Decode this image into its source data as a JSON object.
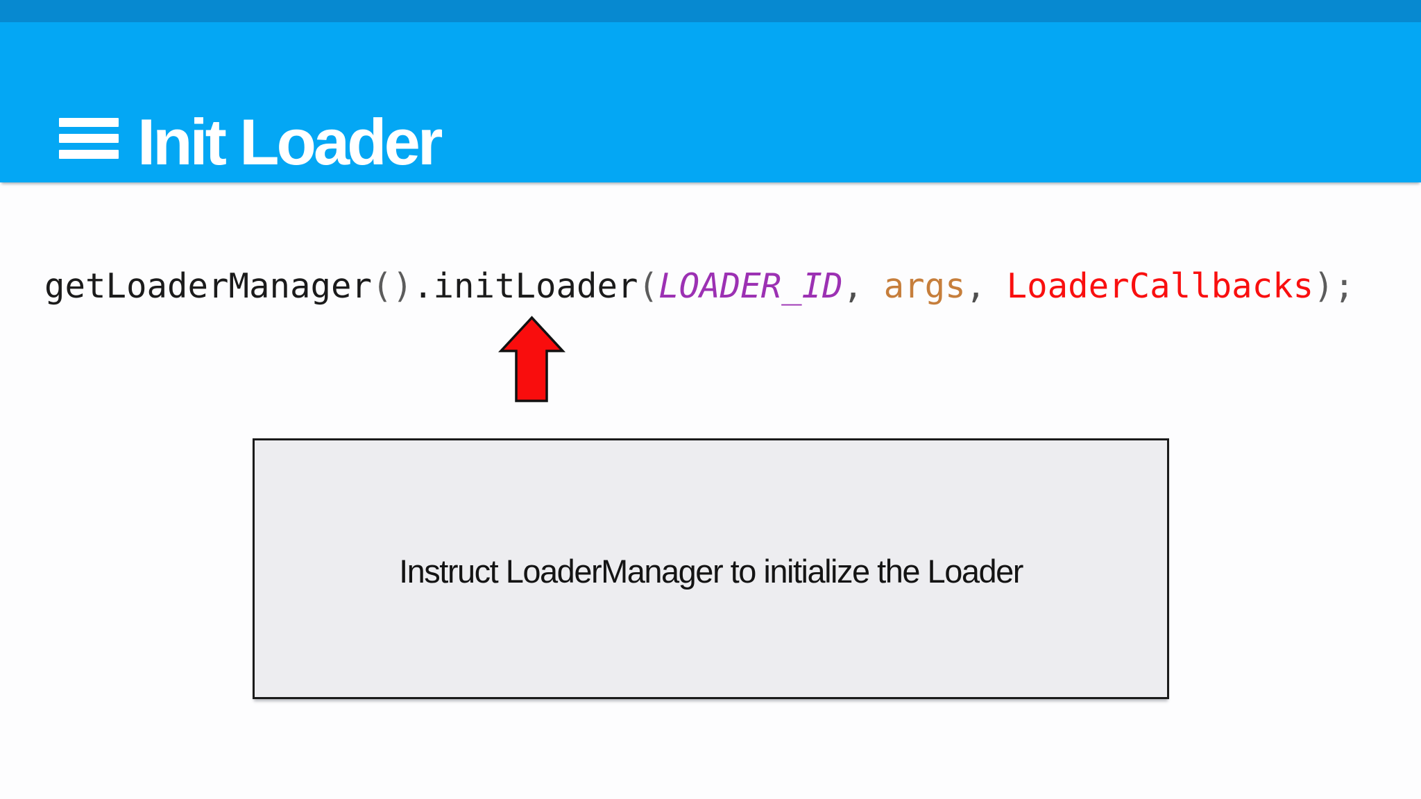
{
  "header": {
    "title": "Init Loader"
  },
  "code": {
    "segments": [
      {
        "text": "getLoaderManager",
        "color": "#1b1b1b",
        "style": "normal"
      },
      {
        "text": "()",
        "color": "#5c5c5c",
        "style": "normal"
      },
      {
        "text": ".initLoader",
        "color": "#1b1b1b",
        "style": "normal"
      },
      {
        "text": "(",
        "color": "#5c5c5c",
        "style": "normal"
      },
      {
        "text": "LOADER_ID",
        "color": "#9c31b3",
        "style": "italic"
      },
      {
        "text": ", ",
        "color": "#4f4f4f",
        "style": "normal"
      },
      {
        "text": "args",
        "color": "#c67e3b",
        "style": "normal"
      },
      {
        "text": ", ",
        "color": "#4f4f4f",
        "style": "normal"
      },
      {
        "text": "LoaderCallbacks",
        "color": "#f90f0f",
        "style": "normal"
      },
      {
        "text": ");",
        "color": "#5c5c5c",
        "style": "normal"
      }
    ]
  },
  "annotation": {
    "box_text": "Instruct LoaderManager to initialize the Loader"
  },
  "icons": {
    "menu": "hamburger-icon",
    "arrow": "red-up-arrow-icon"
  },
  "colors": {
    "top_strip": "#0789d0",
    "header_bg": "#04a7f4",
    "header_text": "#ffffff",
    "arrow_fill": "#f90d0d",
    "arrow_stroke": "#111111",
    "box_fill": "#ededf0",
    "box_border": "#1a1a1a",
    "box_text": "#141414"
  }
}
